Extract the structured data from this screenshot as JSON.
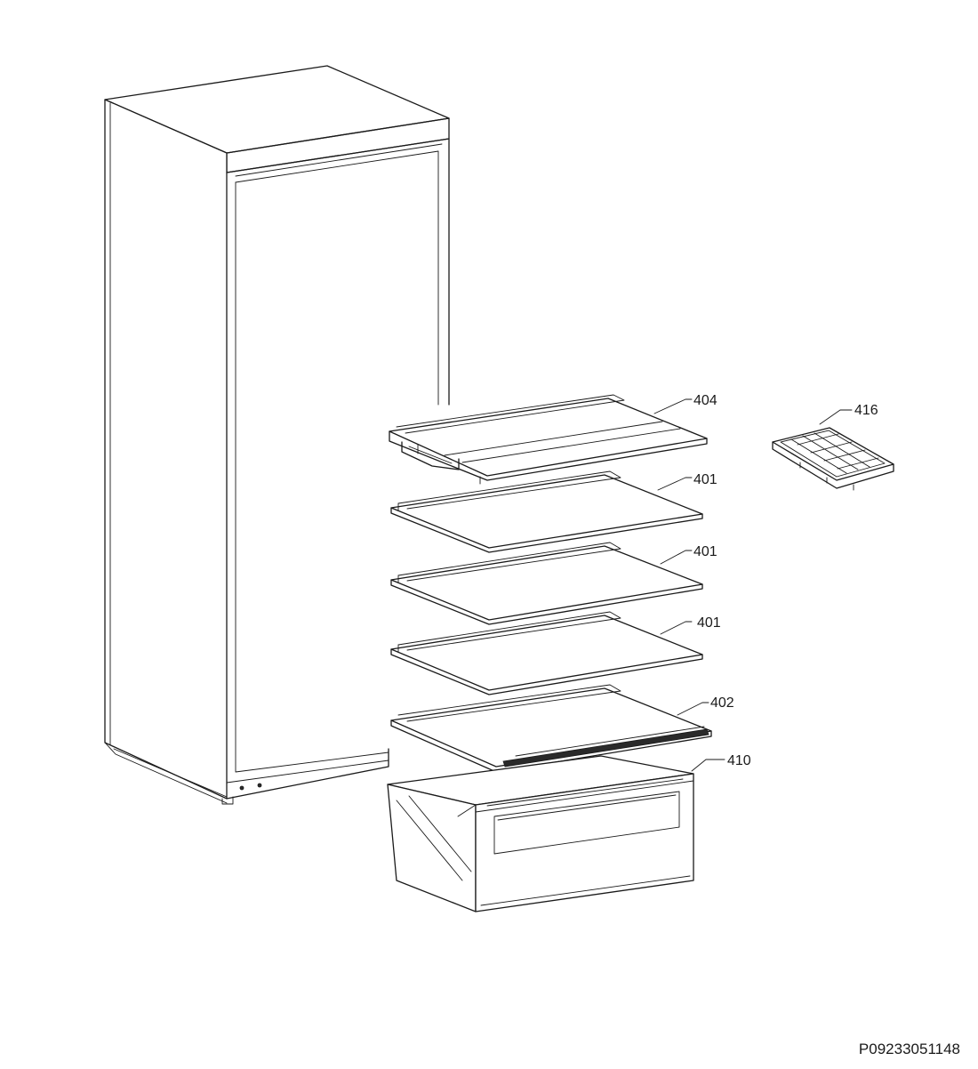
{
  "parts": [
    {
      "id": "404",
      "label": "404"
    },
    {
      "id": "401a",
      "label": "401"
    },
    {
      "id": "401b",
      "label": "401"
    },
    {
      "id": "401c",
      "label": "401"
    },
    {
      "id": "402",
      "label": "402"
    },
    {
      "id": "410",
      "label": "410"
    },
    {
      "id": "416",
      "label": "416"
    }
  ],
  "reference_code": "P09233051148"
}
